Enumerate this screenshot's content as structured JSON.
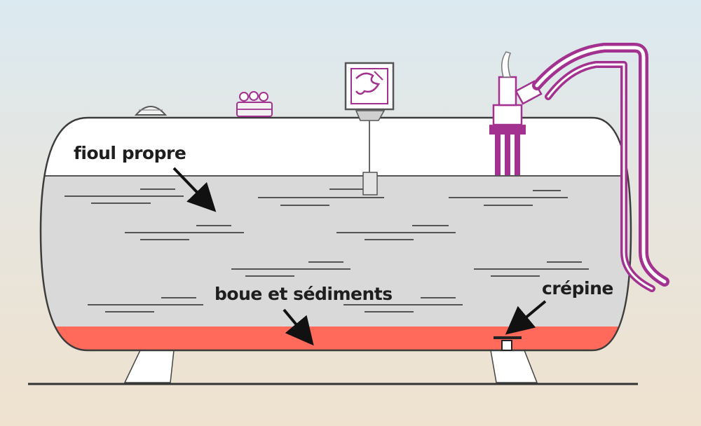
{
  "labels": {
    "clean_fuel": "fioul propre",
    "sludge": "boue et sédiments",
    "strainer": "crépine"
  },
  "colors": {
    "tank_fill": "#d9d9d9",
    "tank_outline": "#3c3c3c",
    "sludge": "#ff6a5a",
    "pipe": "#a2318f",
    "arrow": "#111111"
  },
  "icons": [
    "vent-cap-icon",
    "manhole-cover-icon",
    "level-gauge-icon",
    "filler-pipe-icon"
  ]
}
